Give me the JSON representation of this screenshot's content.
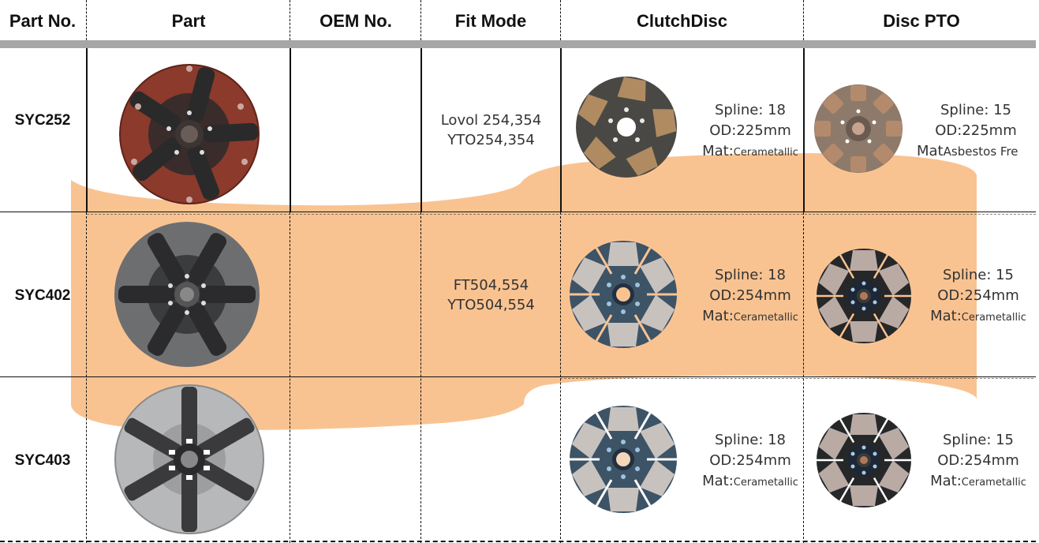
{
  "table": {
    "headers": [
      "Part No.",
      "Part",
      "OEM No.",
      "Fit Mode",
      "ClutchDisc",
      "Disc PTO"
    ],
    "rows": [
      {
        "part_no": "SYC252",
        "part_image": "clutch-assembly-red",
        "oem_no": "",
        "fit_mode": [
          "Lovol 254,354",
          "YTO254,354"
        ],
        "clutch_disc": {
          "image": "clutch-disc-brown",
          "spline": "Spline: 18",
          "od": "OD:225mm",
          "mat_label": "Mat:",
          "mat_value": "Cerametallic"
        },
        "disc_pto": {
          "image": "pto-disc-copper",
          "spline": "Spline: 15",
          "od": "OD:225mm",
          "mat_label": "Mat",
          "mat_value": "Asbestos Fre"
        }
      },
      {
        "part_no": "SYC402",
        "part_image": "clutch-assembly-grey",
        "oem_no": "",
        "fit_mode": [
          "FT504,554",
          "YTO504,554"
        ],
        "clutch_disc": {
          "image": "clutch-disc-blue",
          "spline": "Spline: 18",
          "od": "OD:254mm",
          "mat_label": "Mat:",
          "mat_value": "Cerametallic"
        },
        "disc_pto": {
          "image": "pto-disc-black",
          "spline": "Spline: 15",
          "od": "OD:254mm",
          "mat_label": "Mat:",
          "mat_value": "Cerametallic"
        }
      },
      {
        "part_no": "SYC403",
        "part_image": "clutch-assembly-silver",
        "oem_no": "",
        "fit_mode": [],
        "clutch_disc": {
          "image": "clutch-disc-blue",
          "spline": "Spline: 18",
          "od": "OD:254mm",
          "mat_label": "Mat:",
          "mat_value": "Cerametallic"
        },
        "disc_pto": {
          "image": "pto-disc-black",
          "spline": "Spline: 15",
          "od": "OD:254mm",
          "mat_label": "Mat:",
          "mat_value": "Cerametallic"
        }
      }
    ]
  },
  "colors": {
    "header_bar": "#a6a6a6",
    "highlight_band": "#f9c391",
    "grid_line": "#111111"
  }
}
